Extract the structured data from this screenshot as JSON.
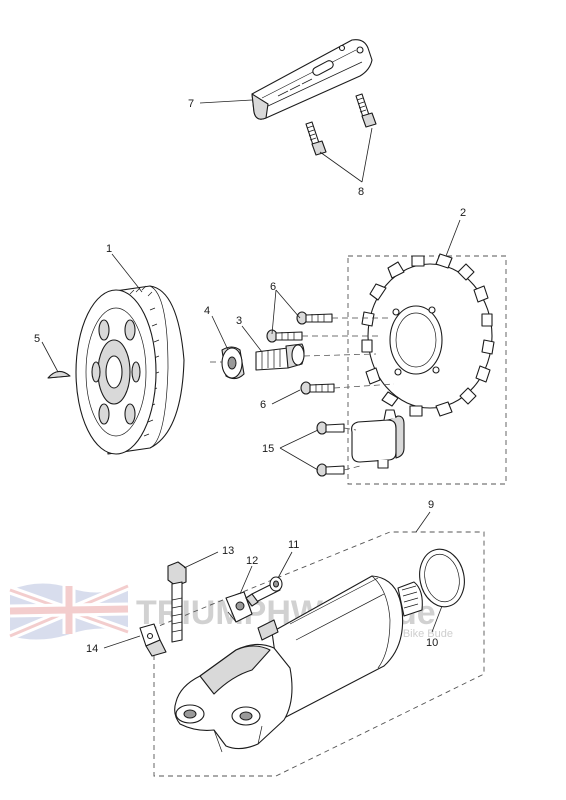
{
  "callouts": {
    "c1": "1",
    "c2": "2",
    "c3": "3",
    "c4": "4",
    "c5": "5",
    "c6a": "6",
    "c6b": "6",
    "c7": "7",
    "c8": "8",
    "c9": "9",
    "c10": "10",
    "c11": "11",
    "c12": "12",
    "c13": "13",
    "c14": "14",
    "c15": "15"
  },
  "watermark": {
    "title": "TRIUMPHWorld.de",
    "subtitle": "powered by Bahros Bike Bude"
  },
  "colors": {
    "line": "#1c1c1c",
    "watermark": "#c9c9c9",
    "flag_red": "#e8a0a0",
    "flag_blue": "#a8b4d8"
  }
}
